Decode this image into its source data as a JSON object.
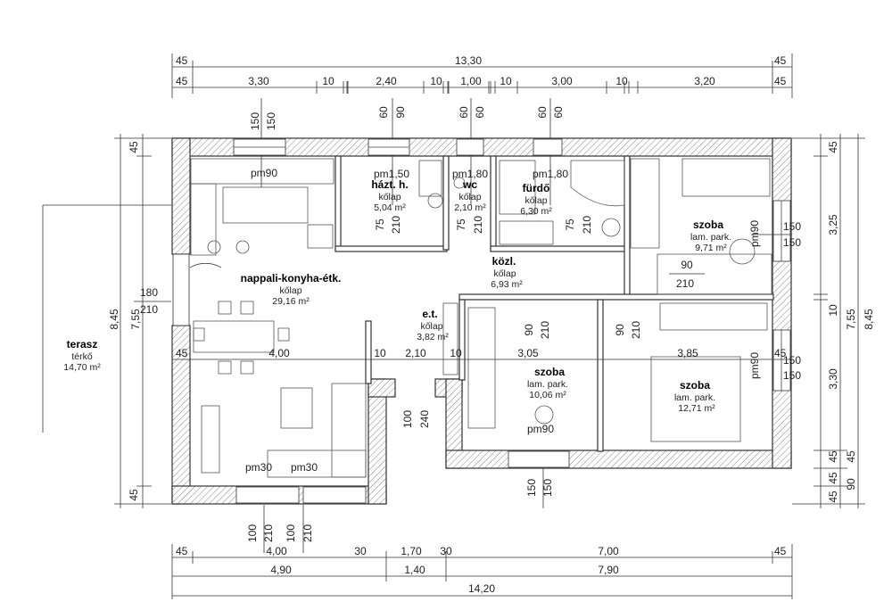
{
  "dimensions": {
    "top_total": "13,30",
    "top_row": [
      "45",
      "3,30",
      "10",
      "2,40",
      "10",
      "1,00",
      "10",
      "3,00",
      "10",
      "3,20",
      "45"
    ],
    "top_left_45": "45",
    "top_right_45": "45",
    "bottom_row1": [
      "45",
      "4,00",
      "30",
      "1,70",
      "30",
      "7,00",
      "45"
    ],
    "bottom_row2": [
      "4,90",
      "1,40",
      "7,90"
    ],
    "bottom_total": "14,20",
    "left_outer": [
      "45",
      "8,45",
      "45"
    ],
    "left_inner": [
      "7,55"
    ],
    "right_outer": [
      "3,25",
      "10",
      "3,30",
      "45",
      "45",
      "90"
    ],
    "right_total_inner": "7,55",
    "right_total": "8,45",
    "right_45a": "45",
    "right_45b": "45",
    "right_45c": "45"
  },
  "openings": {
    "top": [
      {
        "w": "150",
        "h": "150"
      },
      {
        "w": "60",
        "h": "90"
      },
      {
        "w": "60",
        "h": "60"
      },
      {
        "w": "60",
        "h": "60"
      }
    ],
    "pm_labels": [
      "pm90",
      "pm1,50",
      "pm1,80",
      "pm1,80",
      "pm90",
      "pm90",
      "pm90",
      "pm30",
      "pm30"
    ],
    "door_a": {
      "w": "180",
      "h": "210"
    },
    "door_b": {
      "w": "75",
      "h": "210"
    },
    "door_c": {
      "w": "75",
      "h": "210"
    },
    "door_d": {
      "w": "75",
      "h": "210"
    },
    "door_e": {
      "w": "90",
      "h": "210"
    },
    "door_f": {
      "w": "90",
      "h": "210"
    },
    "door_g": {
      "w": "90",
      "h": "210"
    },
    "door_h": {
      "w": "100",
      "h": "240"
    },
    "win_r1": {
      "w": "150",
      "h": "150"
    },
    "win_r2": {
      "w": "150",
      "h": "150"
    },
    "bottom_win1": {
      "w": "100",
      "h": "210"
    },
    "bottom_win2": {
      "w": "100",
      "h": "210"
    },
    "bottom_win3": {
      "w": "150",
      "h": "150"
    }
  },
  "inner_dims": {
    "row": [
      "45",
      "4,00",
      "10",
      "2,10",
      "10",
      "3,05",
      "3,85",
      "45"
    ]
  },
  "rooms": {
    "living": {
      "name": "nappali-konyha-étk.",
      "floor": "kőlap",
      "area": "29,16 m²"
    },
    "pantry": {
      "name": "házt. h.",
      "floor": "kőlap",
      "area": "5,04 m²"
    },
    "wc": {
      "name": "wc",
      "floor": "kőlap",
      "area": "2,10 m²"
    },
    "bath": {
      "name": "fürdő",
      "floor": "kőlap",
      "area": "6,30 m²"
    },
    "room1": {
      "name": "szoba",
      "floor": "lam. park.",
      "area": "9,71 m²"
    },
    "hall": {
      "name": "közl.",
      "floor": "kőlap",
      "area": "6,93 m²"
    },
    "entry": {
      "name": "e.t.",
      "floor": "kőlap",
      "area": "3,82 m²"
    },
    "room2": {
      "name": "szoba",
      "floor": "lam. park.",
      "area": "10,06 m²"
    },
    "room3": {
      "name": "szoba",
      "floor": "lam. park.",
      "area": "12,71 m²"
    },
    "terrace": {
      "name": "terasz",
      "floor": "térkő",
      "area": "14,70 m²"
    }
  }
}
